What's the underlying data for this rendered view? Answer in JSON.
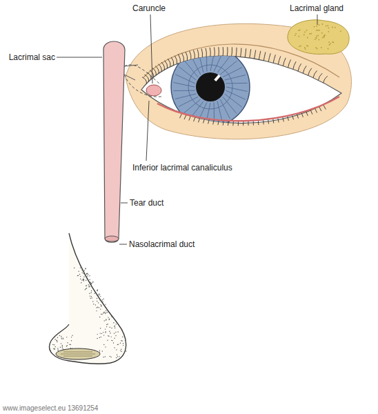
{
  "diagram": {
    "labels": [
      "Caruncle",
      "Lacrimal gland",
      "Lacrimal sac",
      "Inferior lacrimal canaliculus",
      "Tear duct",
      "Nasolacrimal duct",
      "www.imageselect.eu 13691254"
    ]
  }
}
